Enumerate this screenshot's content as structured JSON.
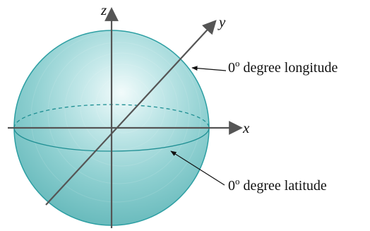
{
  "axes": {
    "x_label": "x",
    "y_label": "y",
    "z_label": "z"
  },
  "annotations": {
    "longitude": {
      "prefix": "0",
      "superscript": "o",
      "text": " degree longitude"
    },
    "latitude": {
      "prefix": "0",
      "superscript": "o",
      "text": " degree latitude"
    }
  },
  "colors": {
    "sphere_fill": "#7cc7c8",
    "sphere_highlight": "#e9f7f7",
    "sphere_edge": "#2d9fa3",
    "axis": "#555555",
    "text": "#111111"
  }
}
